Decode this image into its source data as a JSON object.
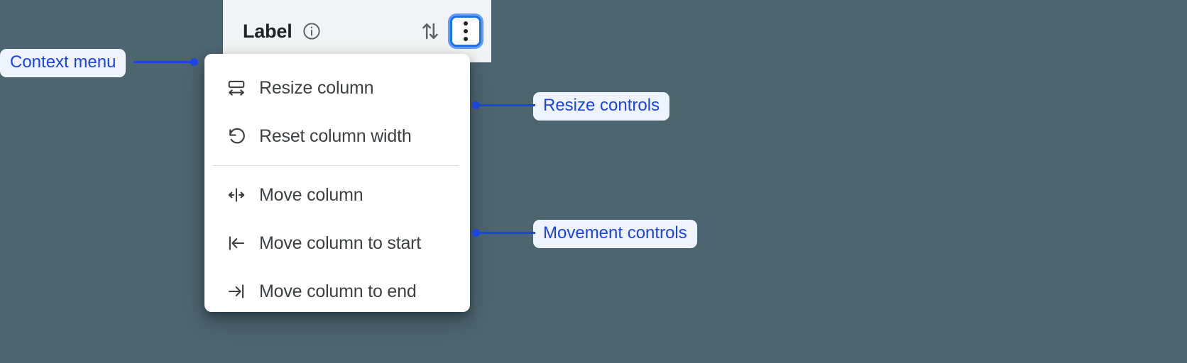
{
  "colors": {
    "page_background": "#4d6570",
    "header_background": "#f1f3f4",
    "menu_background": "#ffffff",
    "accent_focus": "#1a73e8",
    "focus_ring": "#669df6",
    "annotation_text": "#1a45e0",
    "annotation_badge_background": "#eef3fe",
    "menu_text": "#3c4043",
    "header_title_text": "#202124",
    "separator": "#dadce0"
  },
  "column_header": {
    "title": "Label",
    "info_icon": "info-circle-icon",
    "sort_icon": "sort-arrows-up-down-icon",
    "menu_button_icon": "three-dots-vertical-icon",
    "menu_button_focused": true
  },
  "context_menu": {
    "groups": [
      {
        "name": "resize",
        "items": [
          {
            "icon": "resize-column-width-icon",
            "label": "Resize column"
          },
          {
            "icon": "reset-rotate-counterclockwise-icon",
            "label": "Reset column width"
          }
        ]
      },
      {
        "name": "movement",
        "items": [
          {
            "icon": "move-column-left-right-icon",
            "label": "Move column"
          },
          {
            "icon": "move-column-to-start-icon",
            "label": "Move column to start"
          },
          {
            "icon": "move-column-to-end-icon",
            "label": "Move column to end"
          }
        ]
      }
    ]
  },
  "annotations": [
    {
      "id": "context-menu",
      "label": "Context menu"
    },
    {
      "id": "resize-controls",
      "label": "Resize controls"
    },
    {
      "id": "movement-controls",
      "label": "Movement controls"
    }
  ]
}
